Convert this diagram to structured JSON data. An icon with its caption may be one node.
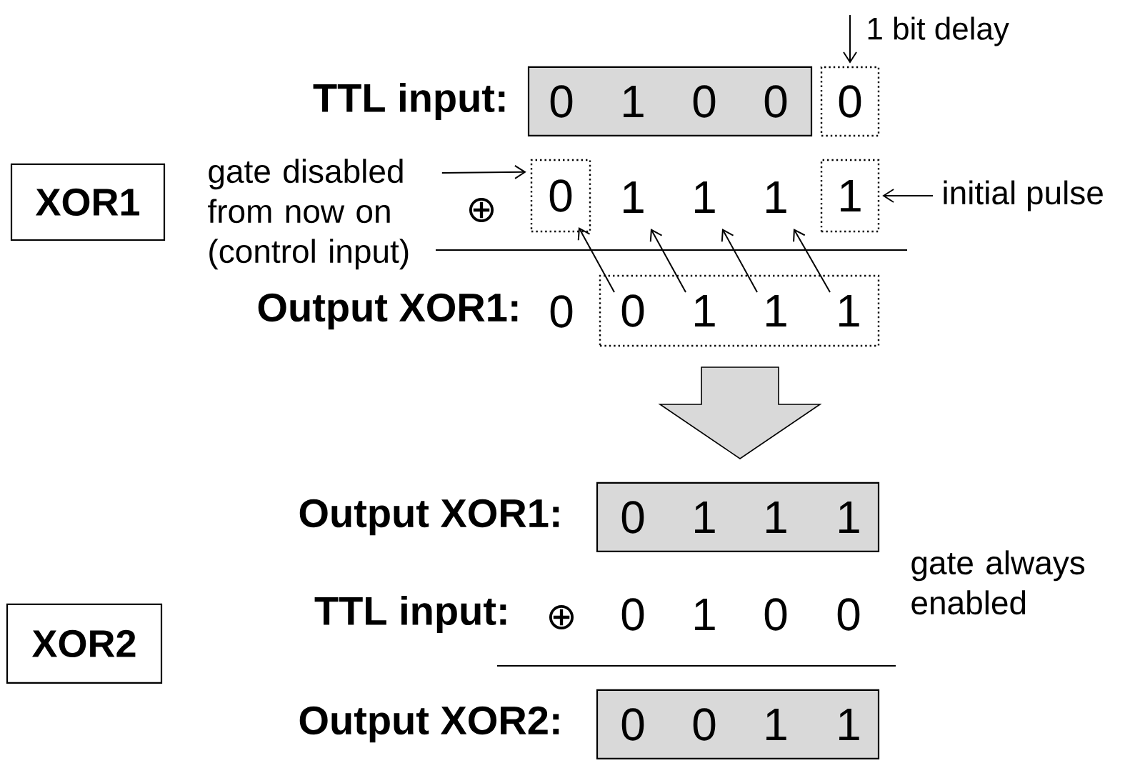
{
  "diagram": {
    "nodes": [
      {
        "text": [
          "1 bit delay"
        ]
      },
      {
        "text": [
          "0",
          "1",
          "0",
          "0"
        ]
      },
      {
        "text": [
          "0"
        ]
      },
      {
        "text": [
          "XOR1"
        ]
      },
      {
        "text": [
          "gate disabled from now on (control input)"
        ]
      },
      {
        "text": [
          "0"
        ]
      },
      {
        "text": [
          "1"
        ]
      },
      {
        "text": [
          "1"
        ]
      },
      {
        "text": [
          "1"
        ]
      },
      {
        "text": [
          "1"
        ]
      },
      {
        "text": [
          "initial pulse"
        ]
      },
      {
        "text": [],
        "shape": "box"
      },
      {
        "text": [
          "0"
        ],
        "in": 11
      },
      {
        "text": [
          "1"
        ],
        "in": 11
      },
      {
        "text": [
          "1"
        ],
        "in": 11
      },
      {
        "text": [
          "1"
        ],
        "in": 11
      },
      {
        "text": [
          "0",
          "1",
          "1",
          "1"
        ]
      },
      {
        "text": [
          "XOR2"
        ]
      },
      {
        "text": [
          "0",
          "0",
          "1",
          "1"
        ]
      }
    ],
    "edges": [
      {
        "from": 0,
        "to": 2,
        "arrow": "to"
      },
      {
        "from": 4,
        "to": 5,
        "arrow": "to"
      },
      {
        "from": 10,
        "to": 9,
        "arrow": "to"
      },
      {
        "from": 12,
        "to": 5,
        "arrow": "to"
      },
      {
        "from": 13,
        "to": 6,
        "arrow": "to"
      },
      {
        "from": 14,
        "to": 7,
        "arrow": "to"
      },
      {
        "from": 15,
        "to": 8,
        "arrow": "to"
      }
    ],
    "labels": [
      "TTL input:",
      "⊕",
      "Output XOR1:",
      "0",
      "Output XOR1:",
      "gate always enabled",
      "TTL input:",
      "⊕",
      "0",
      "1",
      "0",
      "0",
      "Output XOR2:"
    ]
  }
}
